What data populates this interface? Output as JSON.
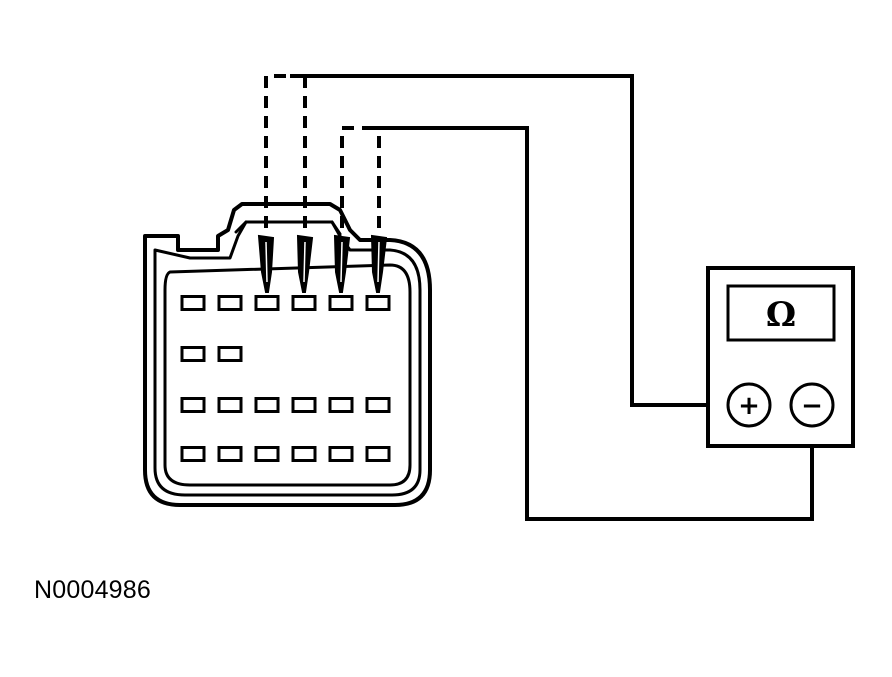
{
  "meter": {
    "display_symbol": "Ω",
    "positive_label": "+",
    "negative_label": "−"
  },
  "caption": "N0004986",
  "connector": {
    "rows": [
      6,
      2,
      6,
      6
    ],
    "probed_row": 1,
    "probed_pins": [
      3,
      4,
      5,
      6
    ]
  },
  "colors": {
    "line": "#000000",
    "background": "#ffffff"
  }
}
